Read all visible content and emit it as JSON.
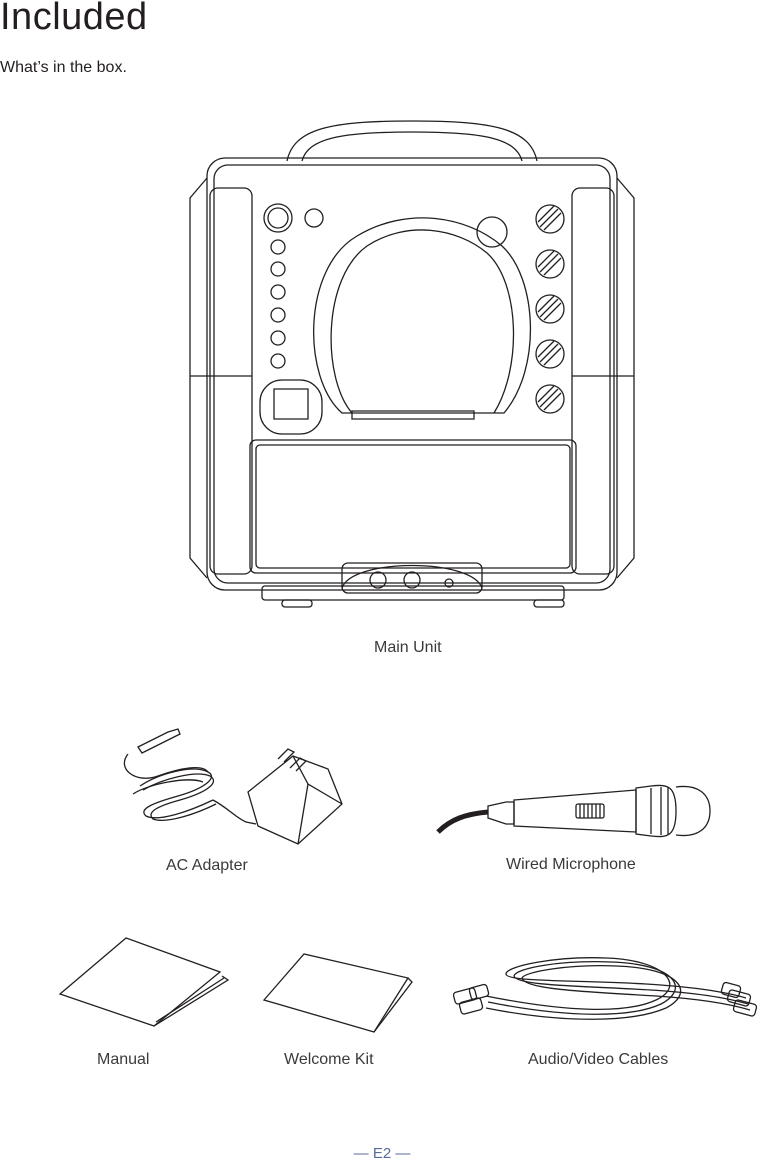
{
  "heading": {
    "title": "Included",
    "subtitle": "What’s in the box."
  },
  "items": [
    {
      "name": "main-unit",
      "label": "Main Unit"
    },
    {
      "name": "ac-adapter",
      "label": "AC Adapter"
    },
    {
      "name": "wired-microphone",
      "label": "Wired Microphone"
    },
    {
      "name": "manual",
      "label": "Manual"
    },
    {
      "name": "welcome-kit",
      "label": "Welcome Kit"
    },
    {
      "name": "av-cables",
      "label": "Audio/Video Cables"
    }
  ],
  "footer": {
    "page_number": "— E2 —"
  }
}
